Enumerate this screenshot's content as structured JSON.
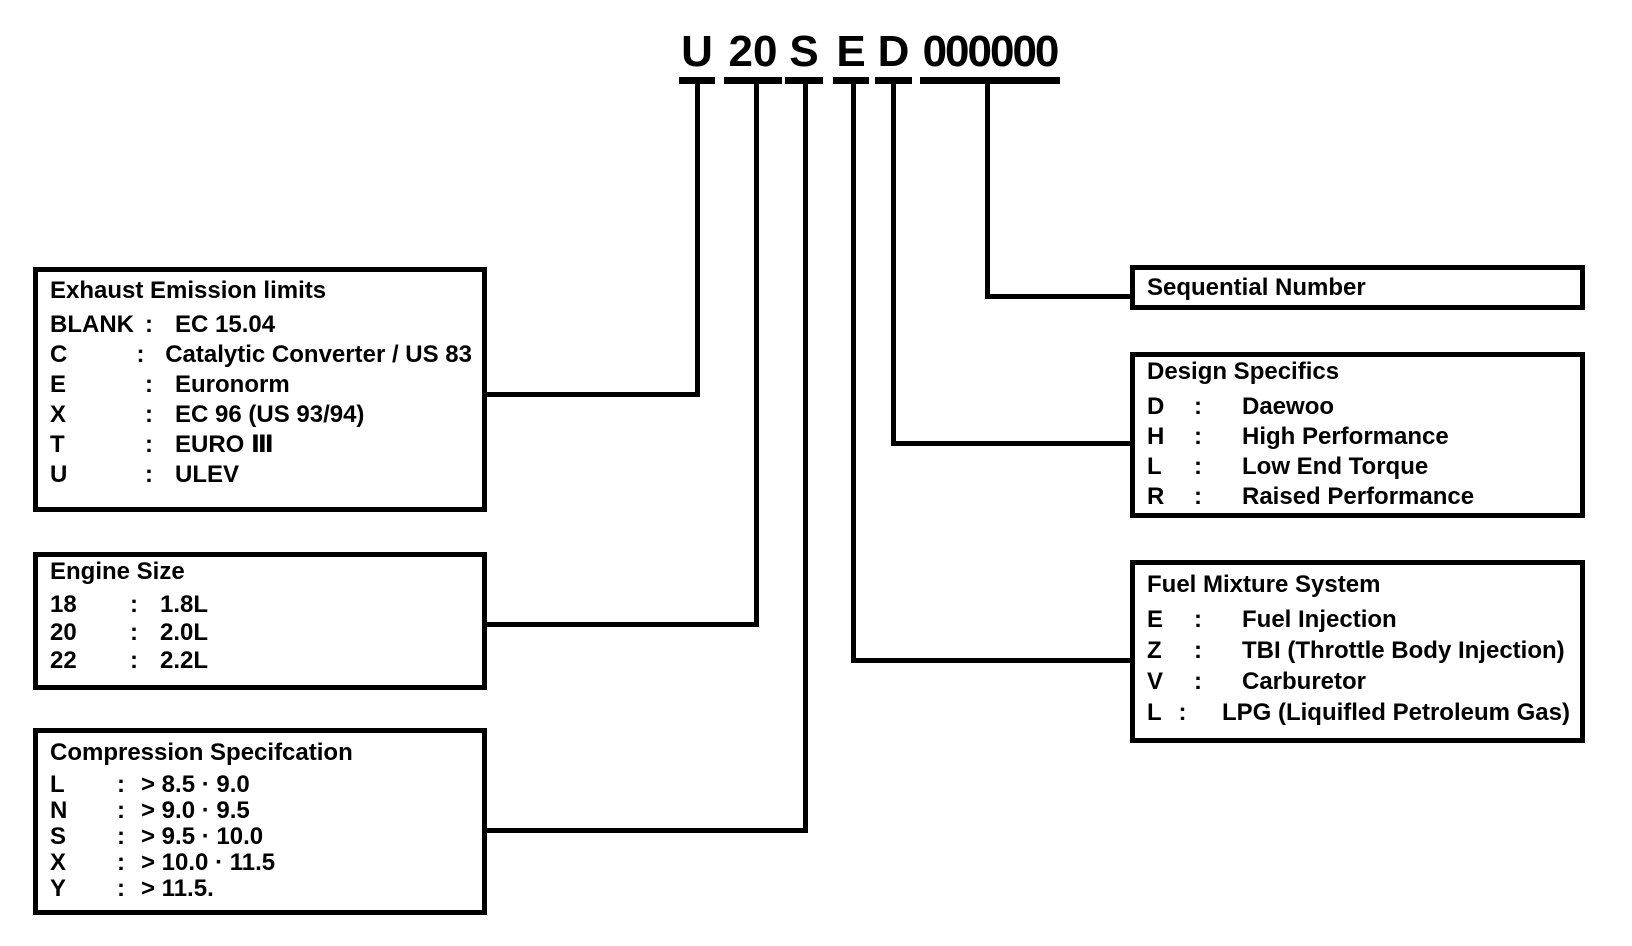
{
  "ui": {
    "colon": ":"
  },
  "code": {
    "segments": [
      {
        "char": "U"
      },
      {
        "char": "20"
      },
      {
        "char": "S"
      },
      {
        "char": "E"
      },
      {
        "char": "D"
      },
      {
        "char": "000000"
      }
    ]
  },
  "boxes": {
    "exhaust": {
      "title": "Exhaust Emission limits",
      "rows": [
        {
          "code": "BLANK",
          "desc": "EC 15.04"
        },
        {
          "code": "C",
          "desc": "Catalytic Converter / US 83"
        },
        {
          "code": "E",
          "desc": "Euronorm"
        },
        {
          "code": "X",
          "desc": "EC 96 (US 93/94)"
        },
        {
          "code": "T",
          "desc": "EURO Ⅲ"
        },
        {
          "code": "U",
          "desc": "ULEV"
        }
      ]
    },
    "engine": {
      "title": "Engine Size",
      "rows": [
        {
          "code": "18",
          "desc": "1.8L"
        },
        {
          "code": "20",
          "desc": "2.0L"
        },
        {
          "code": "22",
          "desc": "2.2L"
        }
      ]
    },
    "compression": {
      "title": "Compression Specifcation",
      "rows": [
        {
          "code": "L",
          "desc": "> 8.5 · 9.0"
        },
        {
          "code": "N",
          "desc": "> 9.0 · 9.5"
        },
        {
          "code": "S",
          "desc": "> 9.5 · 10.0"
        },
        {
          "code": "X",
          "desc": "> 10.0 · 11.5"
        },
        {
          "code": "Y",
          "desc": "> 11.5."
        }
      ]
    },
    "sequential": {
      "title": "Sequential Number"
    },
    "design": {
      "title": "Design Specifics",
      "rows": [
        {
          "code": "D",
          "desc": "Daewoo"
        },
        {
          "code": "H",
          "desc": "High Performance"
        },
        {
          "code": "L",
          "desc": "Low End Torque"
        },
        {
          "code": "R",
          "desc": "Raised Performance"
        }
      ]
    },
    "fuel": {
      "title": "Fuel Mixture System",
      "rows": [
        {
          "code": "E",
          "desc": "Fuel Injection"
        },
        {
          "code": "Z",
          "desc": "TBI (Throttle Body Injection)"
        },
        {
          "code": "V",
          "desc": "Carburetor"
        },
        {
          "code": "L",
          "desc": "LPG (Liquifled Petroleum Gas)"
        }
      ]
    }
  }
}
